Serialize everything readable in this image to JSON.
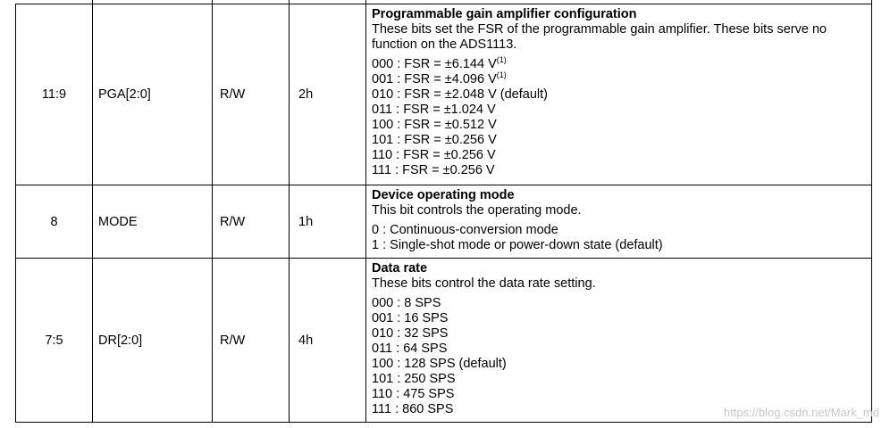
{
  "rows": [
    {
      "bit": "11:9",
      "field": "PGA[2:0]",
      "type": "R/W",
      "reset": "2h",
      "title": "Programmable gain amplifier configuration",
      "desc_lines": [
        "These bits set the FSR of the programmable gain amplifier. These bits serve no",
        "function on the ADS1113."
      ],
      "options": [
        {
          "text": "000 : FSR = ±6.144 V",
          "sup": "(1)"
        },
        {
          "text": "001 : FSR = ±4.096 V",
          "sup": "(1)"
        },
        {
          "text": "010 : FSR = ±2.048 V (default)",
          "sup": ""
        },
        {
          "text": "011 : FSR = ±1.024 V",
          "sup": ""
        },
        {
          "text": "100 : FSR = ±0.512 V",
          "sup": ""
        },
        {
          "text": "101 : FSR = ±0.256 V",
          "sup": ""
        },
        {
          "text": "110 : FSR = ±0.256 V",
          "sup": ""
        },
        {
          "text": "111 : FSR = ±0.256 V",
          "sup": ""
        }
      ]
    },
    {
      "bit": "8",
      "field": "MODE",
      "type": "R/W",
      "reset": "1h",
      "title": "Device operating mode",
      "desc_lines": [
        "This bit controls the operating mode."
      ],
      "options": [
        {
          "text": "0 : Continuous-conversion mode",
          "sup": ""
        },
        {
          "text": "1 : Single-shot mode or power-down state (default)",
          "sup": ""
        }
      ]
    },
    {
      "bit": "7:5",
      "field": "DR[2:0]",
      "type": "R/W",
      "reset": "4h",
      "title": "Data rate",
      "desc_lines": [
        "These bits control the data rate setting."
      ],
      "options": [
        {
          "text": "000 : 8 SPS",
          "sup": ""
        },
        {
          "text": "001 : 16 SPS",
          "sup": ""
        },
        {
          "text": "010 : 32 SPS",
          "sup": ""
        },
        {
          "text": "011 : 64 SPS",
          "sup": ""
        },
        {
          "text": "100 : 128 SPS (default)",
          "sup": ""
        },
        {
          "text": "101 : 250 SPS",
          "sup": ""
        },
        {
          "text": "110 : 475 SPS",
          "sup": ""
        },
        {
          "text": "111 : 860 SPS",
          "sup": ""
        }
      ]
    }
  ],
  "watermark": "https://blog.csdn.net/Mark_md"
}
